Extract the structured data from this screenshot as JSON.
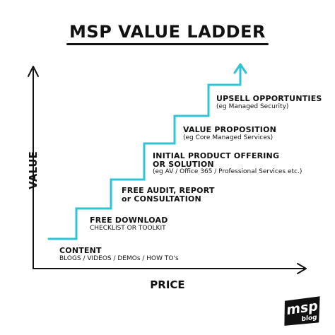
{
  "title": "MSP VALUE LADDER",
  "axes": {
    "y_label": "VALUE",
    "x_label": "PRICE"
  },
  "steps": [
    {
      "head": "CONTENT",
      "sub": "BLOGS / VIDEOS / DEMOs / HOW TO's"
    },
    {
      "head": "FREE DOWNLOAD",
      "sub": "CHECKLIST OR TOOLKIT"
    },
    {
      "head": "FREE AUDIT, REPORT",
      "head2": "or CONSULTATION"
    },
    {
      "head": "INITIAL PRODUCT OFFERING",
      "head2": "OR SOLUTION",
      "sub": "(eg AV / Office 365 / Professional Services etc.)"
    },
    {
      "head": "VALUE PROPOSITION",
      "sub": "(eg Core Managed Services)"
    },
    {
      "head": "UPSELL OPPORTUNTIES",
      "sub": "(eg Managed Security)"
    }
  ],
  "logo": {
    "text_top": "msp",
    "text_bottom": "blog"
  },
  "colors": {
    "ladder": "#2ec4d6",
    "axes": "#111111"
  }
}
